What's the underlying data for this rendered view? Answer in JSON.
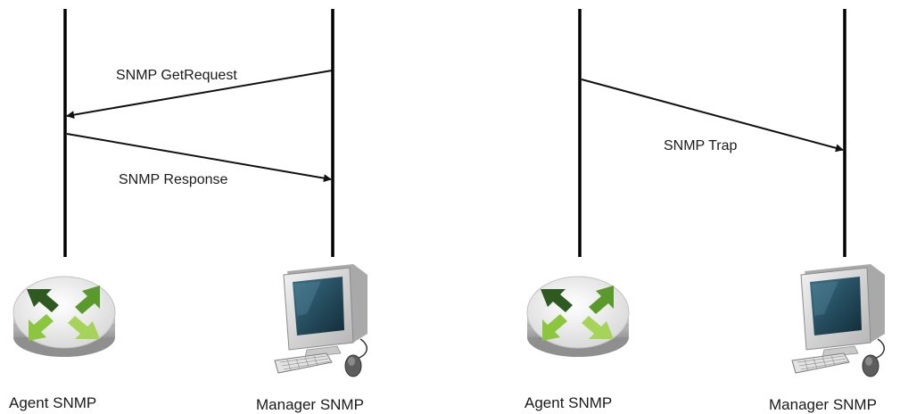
{
  "scenarios": [
    {
      "agent_label": "Agent SNMP",
      "manager_label": "Manager SNMP",
      "messages": [
        {
          "label": "SNMP GetRequest",
          "from": "manager",
          "to": "agent"
        },
        {
          "label": "SNMP Response",
          "from": "agent",
          "to": "manager"
        }
      ]
    },
    {
      "agent_label": "Agent SNMP",
      "manager_label": "Manager SNMP",
      "messages": [
        {
          "label": "SNMP Trap",
          "from": "agent",
          "to": "manager"
        }
      ]
    }
  ],
  "icons": {
    "router": "router-icon",
    "computer": "computer-icon"
  },
  "colors": {
    "lifeline": "#000000",
    "arrow": "#111111",
    "router_arrow_dark": "#2e5a22",
    "router_arrow_light": "#8cc63f",
    "screen": "#1f4a5c"
  }
}
